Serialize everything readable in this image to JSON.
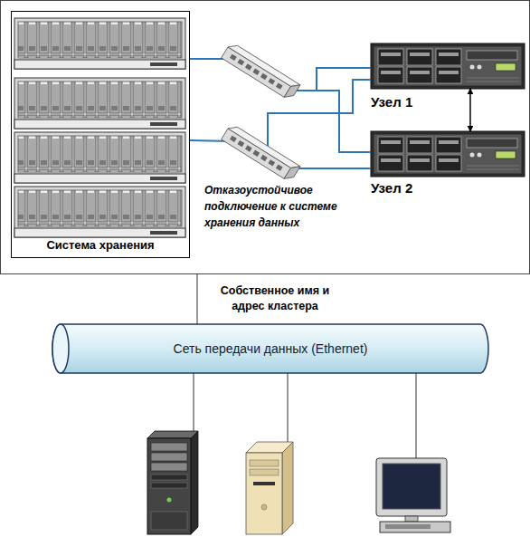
{
  "diagram": {
    "nodes": [
      {
        "text": [
          "Система хранения"
        ]
      },
      {
        "text": [
          "Узел 1"
        ]
      },
      {
        "text": [
          "Узел 2"
        ]
      },
      {
        "text": [
          "Сеть передачи данных (Ethernet)"
        ]
      }
    ],
    "edges": [
      {
        "from": 0,
        "to": 1,
        "arrow": "none"
      },
      {
        "from": 0,
        "to": 2,
        "arrow": "none"
      },
      {
        "from": 1,
        "to": 2,
        "arrow": "both"
      }
    ],
    "labels": [
      "Отказоустойчивое подключение к системе хранения данных",
      "Собственное имя и адрес кластера"
    ]
  }
}
